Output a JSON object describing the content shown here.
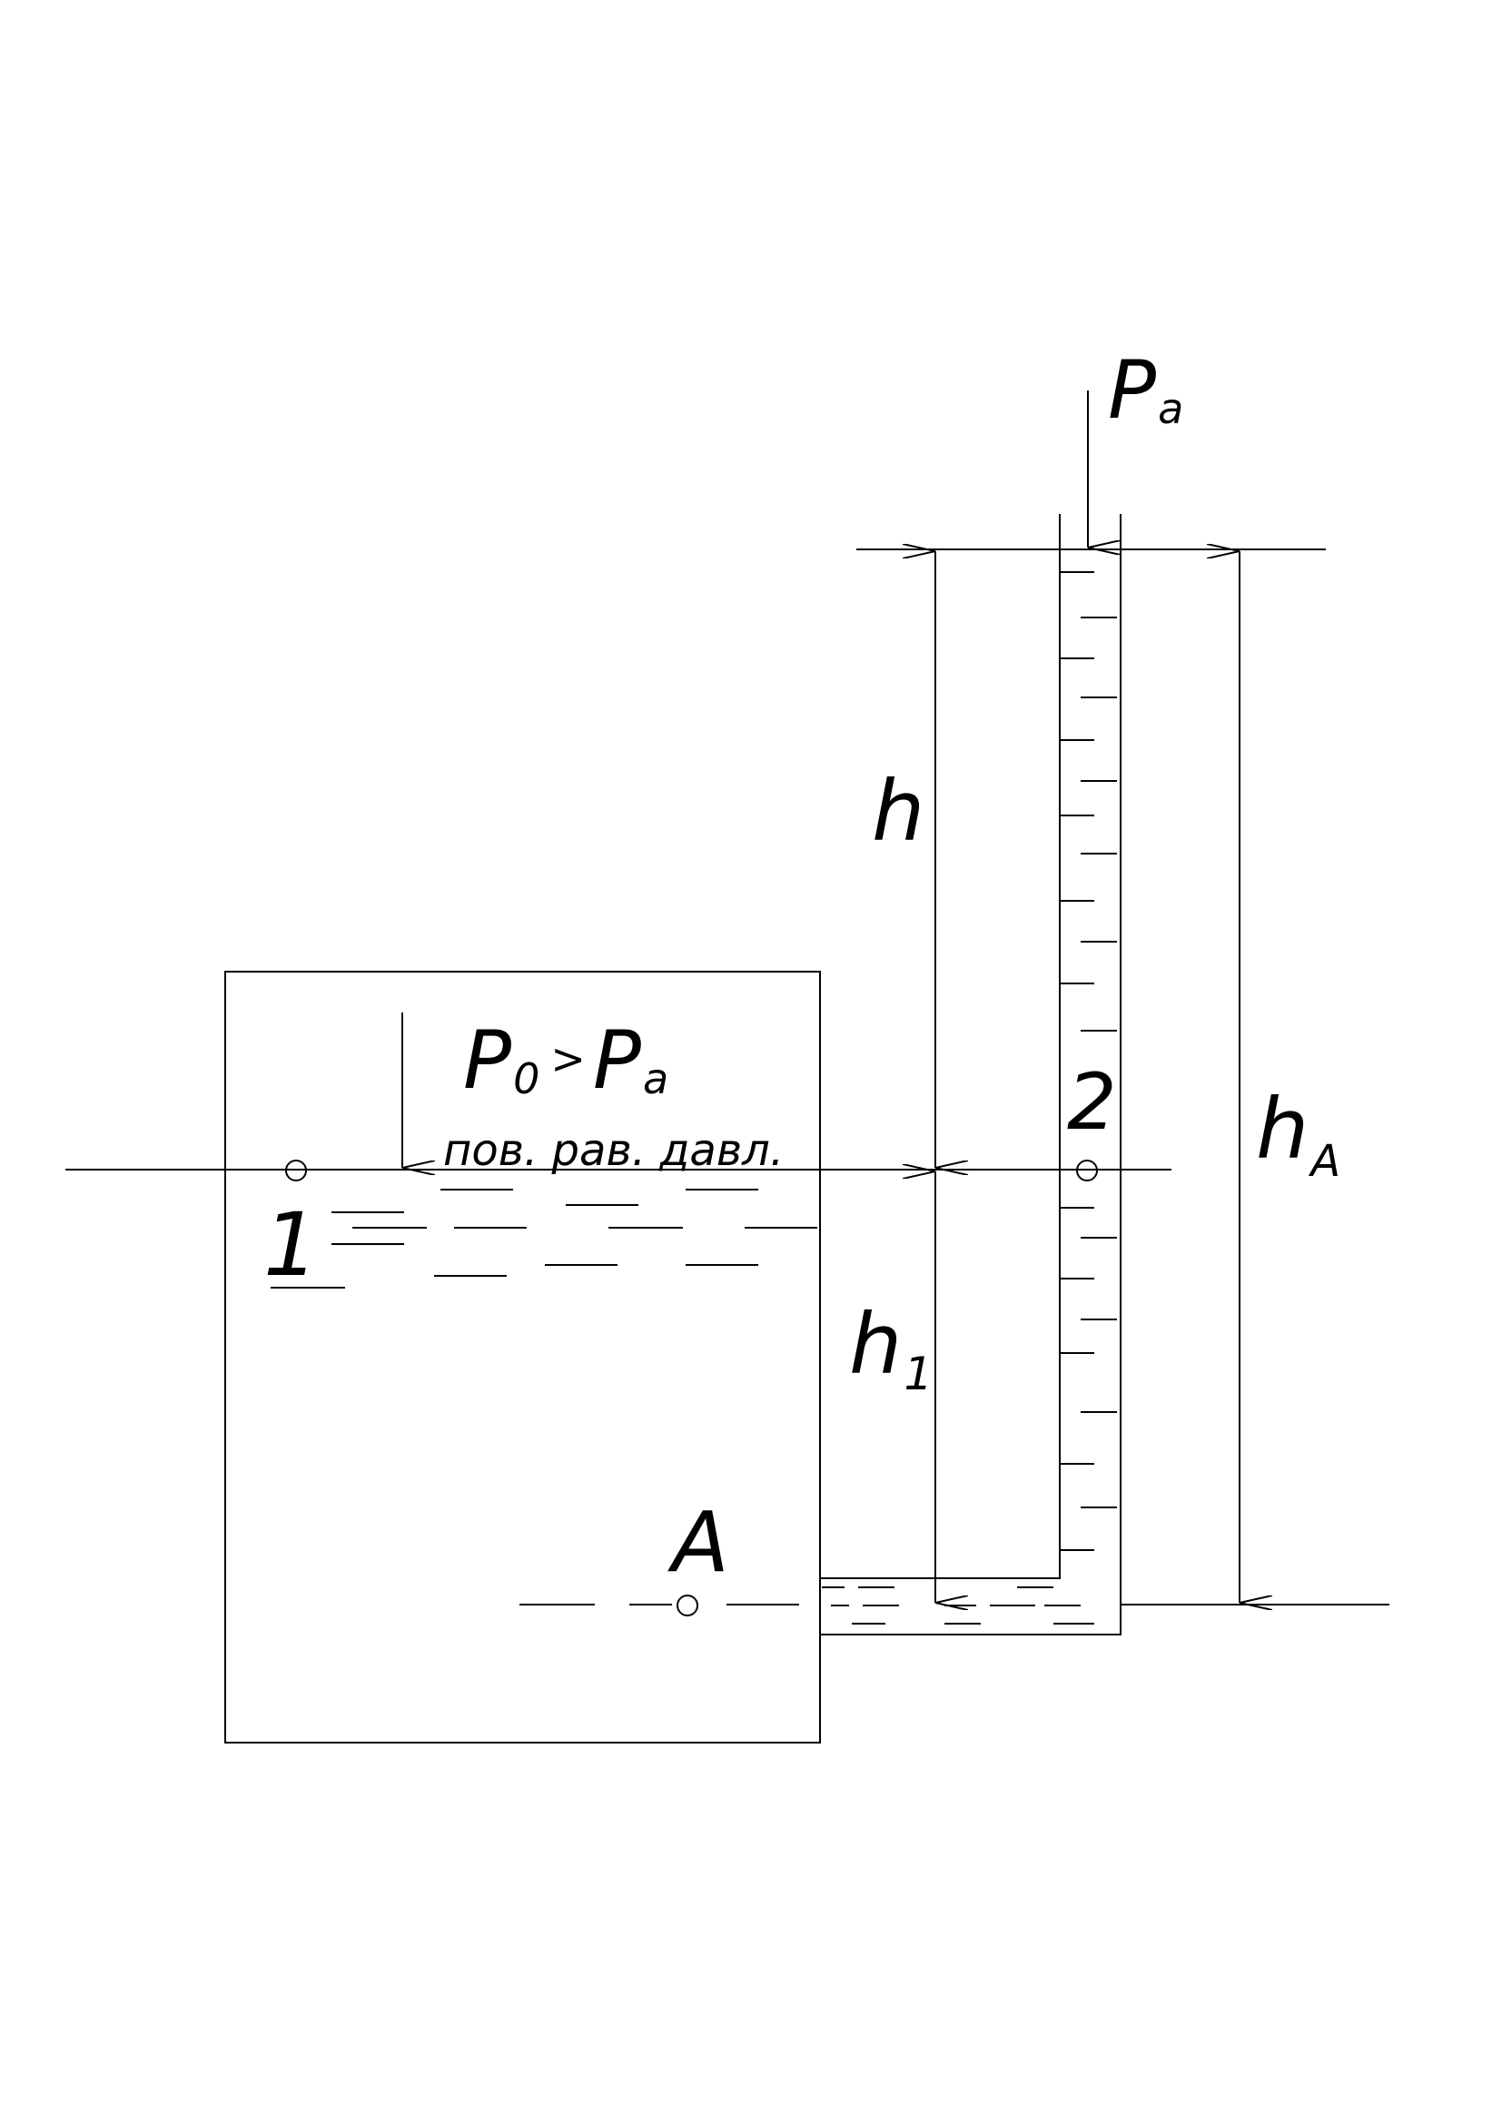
{
  "labels": {
    "p_a": "P",
    "p_a_sub": "a",
    "p0": "P",
    "p0_sub": "0",
    "gt": ">",
    "p0_rhs": "P",
    "p0_rhs_sub": "a",
    "surface_caption": "пов. рав. давл.",
    "point1": "1",
    "point2": "2",
    "pointA": "A",
    "h": "h",
    "h1": "h",
    "h1_sub": "1",
    "hA": "h",
    "hA_sub": "A"
  }
}
